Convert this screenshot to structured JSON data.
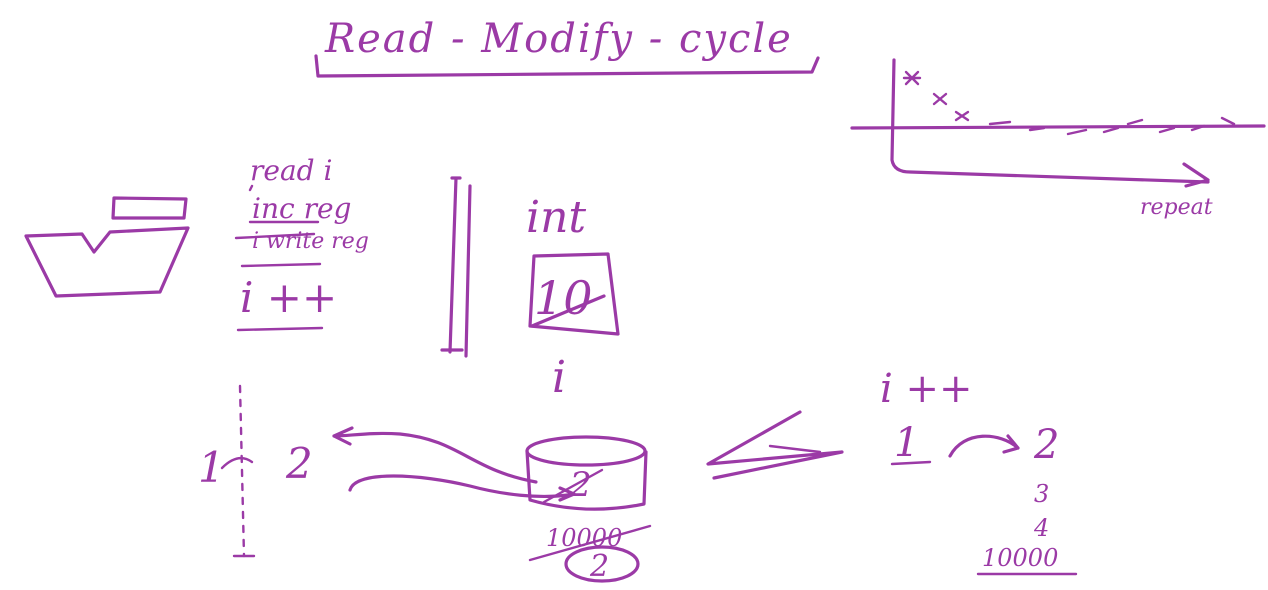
{
  "title": "Read - Modify - cycle",
  "asm": {
    "line1": "read i",
    "line2": "inc reg",
    "line3": "i write reg",
    "line4": "i ++"
  },
  "variable": {
    "type": "int",
    "boxed_value": "10",
    "name": "i"
  },
  "race": {
    "left_from": "1",
    "left_to": "2",
    "db_value": "2",
    "counter_struck": "10000",
    "counter_result": "2"
  },
  "expected": {
    "expr": "i ++",
    "from": "1",
    "to": "2",
    "step3": "3",
    "step4": "4",
    "final": "10000"
  },
  "graph": {
    "xlabel": "repeat"
  },
  "colors": {
    "ink": "#9b3aa6",
    "background": "#ffffff"
  }
}
